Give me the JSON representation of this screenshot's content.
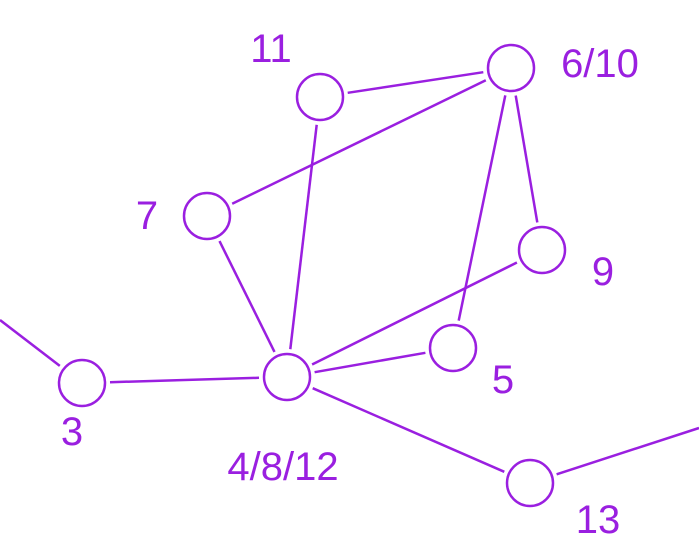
{
  "colors": {
    "stroke": "#9a1fe0",
    "label": "#9a1fe0",
    "background": "#ffffff"
  },
  "nodes": [
    {
      "id": "3",
      "label": "3"
    },
    {
      "id": "4/8/12",
      "label": "4/8/12"
    },
    {
      "id": "5",
      "label": "5"
    },
    {
      "id": "9",
      "label": "9"
    },
    {
      "id": "6/10",
      "label": "6/10"
    },
    {
      "id": "11",
      "label": "11"
    },
    {
      "id": "7",
      "label": "7"
    },
    {
      "id": "13",
      "label": "13"
    }
  ],
  "edges": [
    {
      "from": "3",
      "to": "4/8/12"
    },
    {
      "from": "4/8/12",
      "to": "7"
    },
    {
      "from": "4/8/12",
      "to": "11"
    },
    {
      "from": "4/8/12",
      "to": "5"
    },
    {
      "from": "4/8/12",
      "to": "9"
    },
    {
      "from": "4/8/12",
      "to": "13"
    },
    {
      "from": "11",
      "to": "6/10"
    },
    {
      "from": "7",
      "to": "6/10"
    },
    {
      "from": "6/10",
      "to": "9"
    },
    {
      "from": "6/10",
      "to": "5"
    }
  ],
  "boundary_edges": [
    {
      "node": "3",
      "side": "left"
    },
    {
      "node": "13",
      "side": "right"
    }
  ]
}
